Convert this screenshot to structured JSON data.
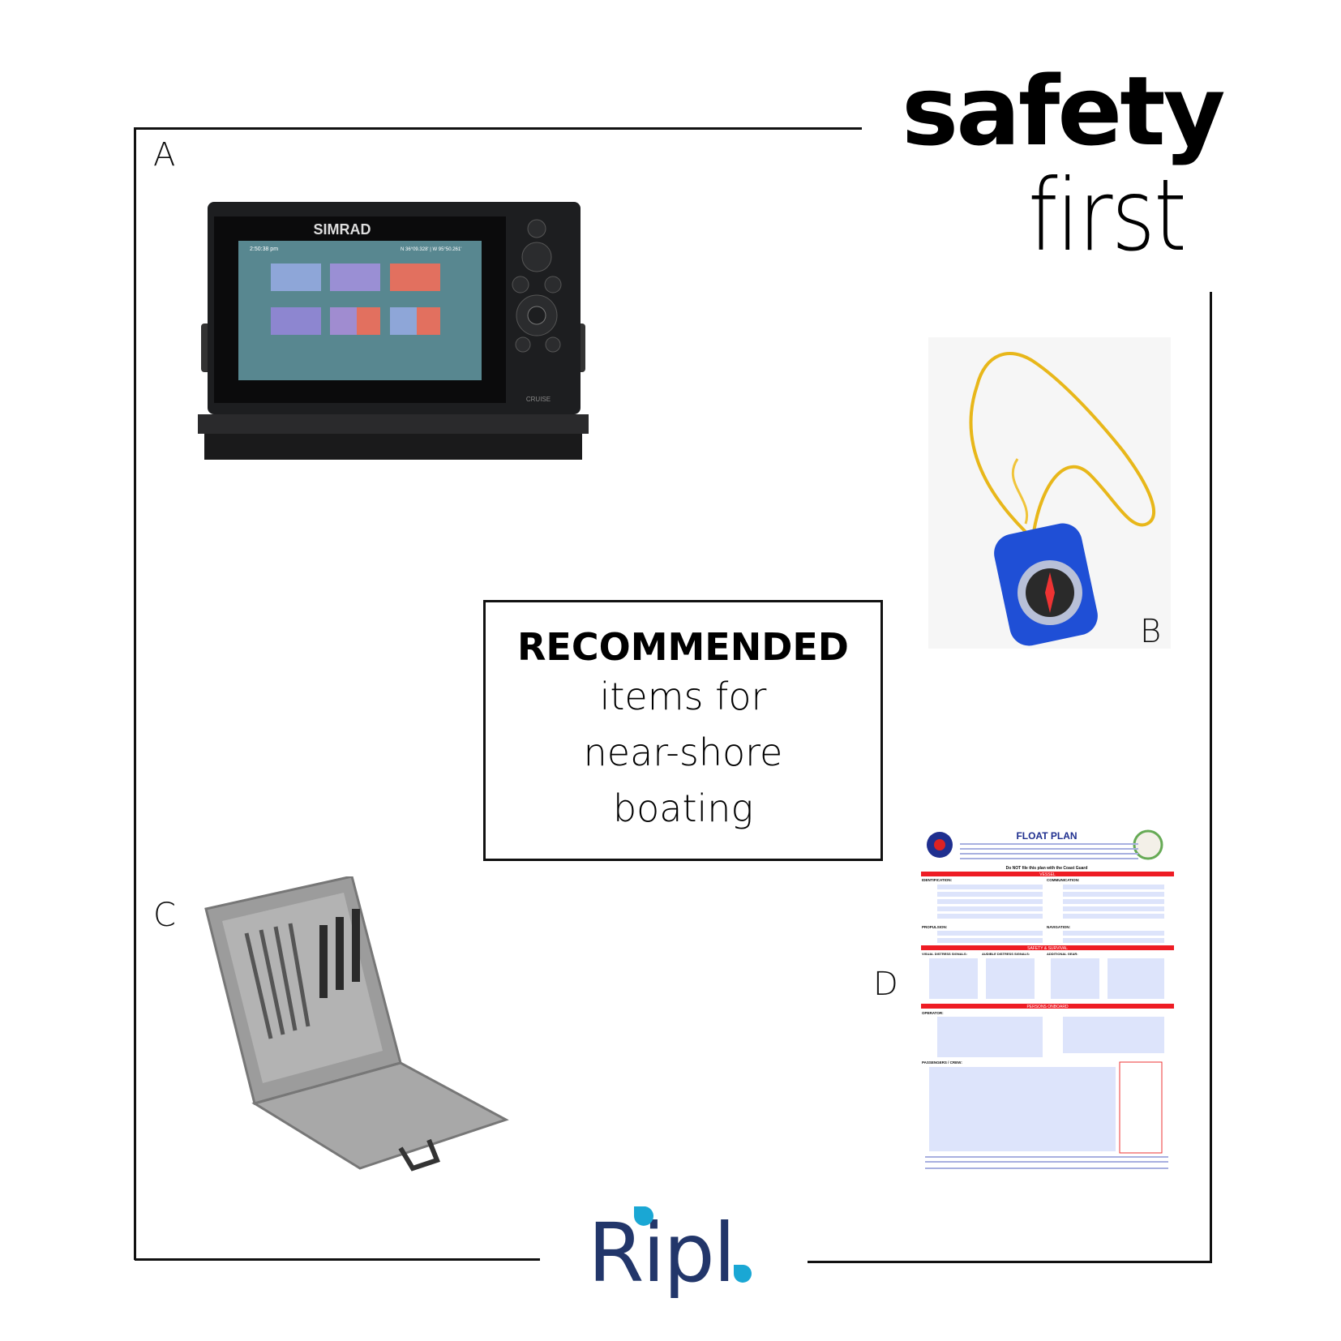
{
  "heading": {
    "line1": "safety",
    "line2": "first"
  },
  "labels": {
    "a": "A",
    "b": "B",
    "c": "C",
    "d": "D"
  },
  "recommended": {
    "line1": "RECOMMENDED",
    "line2": "items for",
    "line3": "near-shore",
    "line4": "boating"
  },
  "gps": {
    "brand": "SIMRAD",
    "model": "CRUISE",
    "time": "2:50:38 pm",
    "coords": "N 36°09.328' | W 95°50.261'"
  },
  "float_plan": {
    "title": "FLOAT PLAN",
    "notice": "Do NOT file this plan with the Coast Guard",
    "sections": [
      "VESSEL",
      "SAFETY & SURVIVAL",
      "PERSONS ONBOARD"
    ],
    "fields": [
      "IDENTIFICATION:",
      "COMMUNICATION:",
      "PROPULSION:",
      "NAVIGATION:",
      "VISUAL DISTRESS SIGNALS:",
      "AUDIBLE DISTRESS SIGNALS:",
      "ADDITIONAL GEAR:",
      "OPERATOR:",
      "PASSENGERS / CREW:"
    ]
  },
  "logo": {
    "text": "Ripl",
    "text_color": "#22366a",
    "drop_color": "#1aa7d4"
  },
  "colors": {
    "frame": "#111111",
    "float_plan_red": "#ee1c24",
    "float_plan_blue": "#1f2f8f"
  }
}
